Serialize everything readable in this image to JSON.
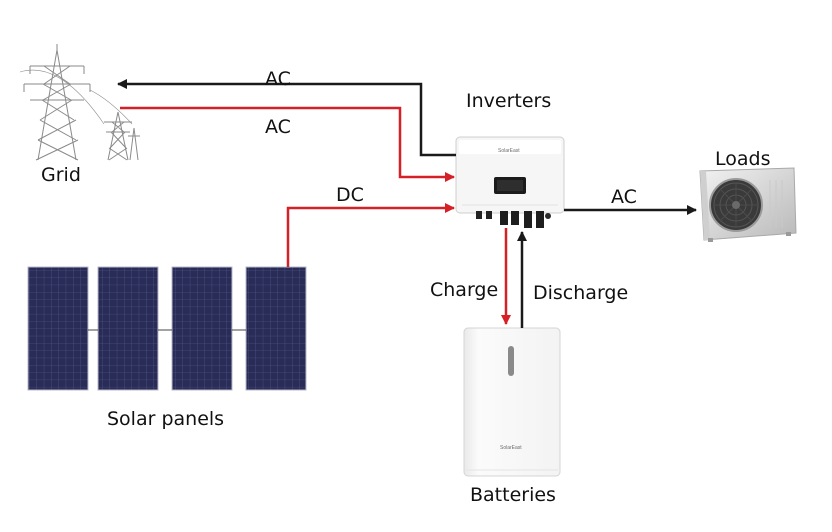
{
  "labels": {
    "grid": "Grid",
    "inverters": "Inverters",
    "loads": "Loads",
    "solar_panels": "Solar panels",
    "batteries": "Batteries"
  },
  "flows": {
    "inverter_to_grid": "AC",
    "grid_to_inverter": "AC",
    "solar_to_inverter": "DC",
    "inverter_to_loads": "AC",
    "charge": "Charge",
    "discharge": "Discharge"
  },
  "device_brand": {
    "inverter": "SolarEast",
    "battery": "SolarEast"
  },
  "colors": {
    "ac_export": "#1a1a1a",
    "ac_import": "#d62027",
    "dc": "#d62027",
    "charge": "#d62027",
    "discharge": "#1a1a1a",
    "panel_cell": "#2a2c58"
  }
}
